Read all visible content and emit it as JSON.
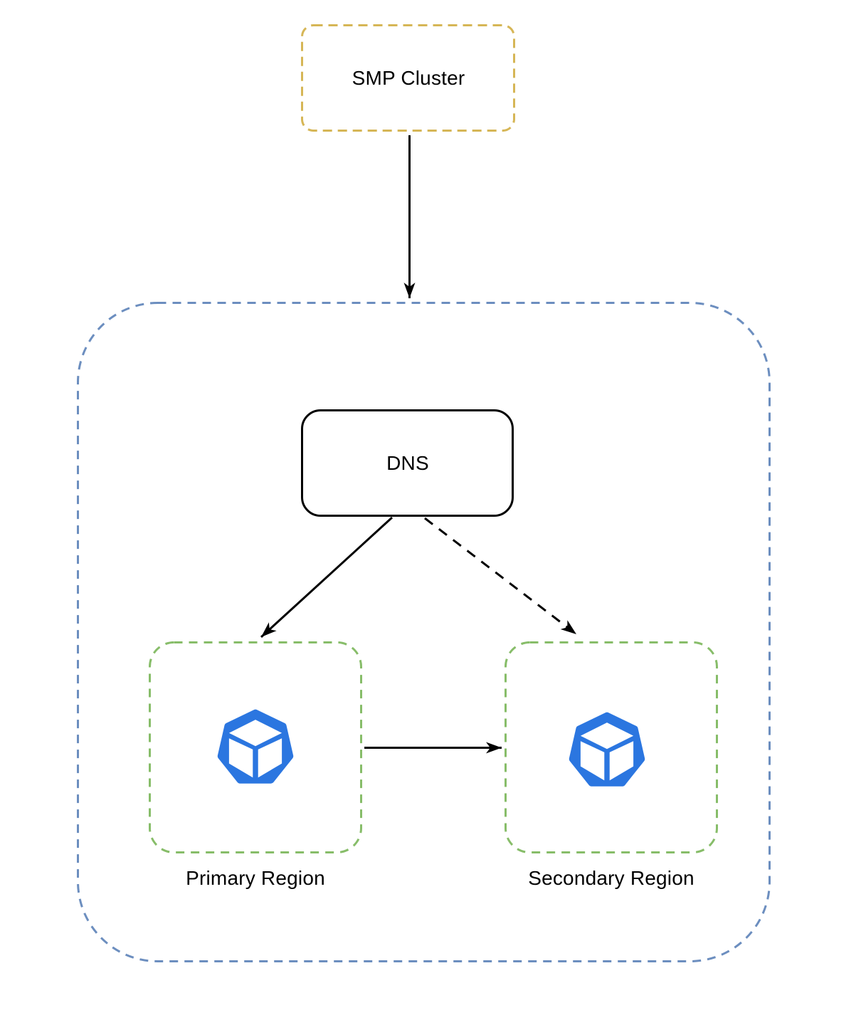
{
  "diagram": {
    "type": "architecture-diagram",
    "background_color": "#ffffff",
    "nodes": {
      "smp_cluster": {
        "label": "SMP Cluster",
        "shape": "rounded-rectangle",
        "border_style": "dashed",
        "border_color": "#d6b656",
        "fill": "#ffffff"
      },
      "region_container": {
        "label": "",
        "shape": "rounded-rectangle",
        "border_style": "dashed",
        "border_color": "#6c8ebf",
        "fill": "#ffffff"
      },
      "dns": {
        "label": "DNS",
        "shape": "rounded-rectangle",
        "border_style": "solid",
        "border_color": "#000000",
        "fill": "#ffffff"
      },
      "primary_region": {
        "label": "Primary Region",
        "shape": "rounded-rectangle",
        "border_style": "dashed",
        "border_color": "#87bd69",
        "fill": "#ffffff",
        "icon": "cube-heptagon-icon",
        "icon_color": "#2b76e0"
      },
      "secondary_region": {
        "label": "Secondary Region",
        "shape": "rounded-rectangle",
        "border_style": "dashed",
        "border_color": "#87bd69",
        "fill": "#ffffff",
        "icon": "cube-heptagon-icon",
        "icon_color": "#2b76e0"
      }
    },
    "edges": [
      {
        "from": "smp_cluster",
        "to": "region_container",
        "style": "solid",
        "color": "#000000",
        "arrowhead": "end"
      },
      {
        "from": "dns",
        "to": "primary_region",
        "style": "solid",
        "color": "#000000",
        "arrowhead": "end"
      },
      {
        "from": "dns",
        "to": "secondary_region",
        "style": "dashed",
        "color": "#000000",
        "arrowhead": "end"
      },
      {
        "from": "primary_region",
        "to": "secondary_region",
        "style": "solid",
        "color": "#000000",
        "arrowhead": "end"
      }
    ]
  }
}
